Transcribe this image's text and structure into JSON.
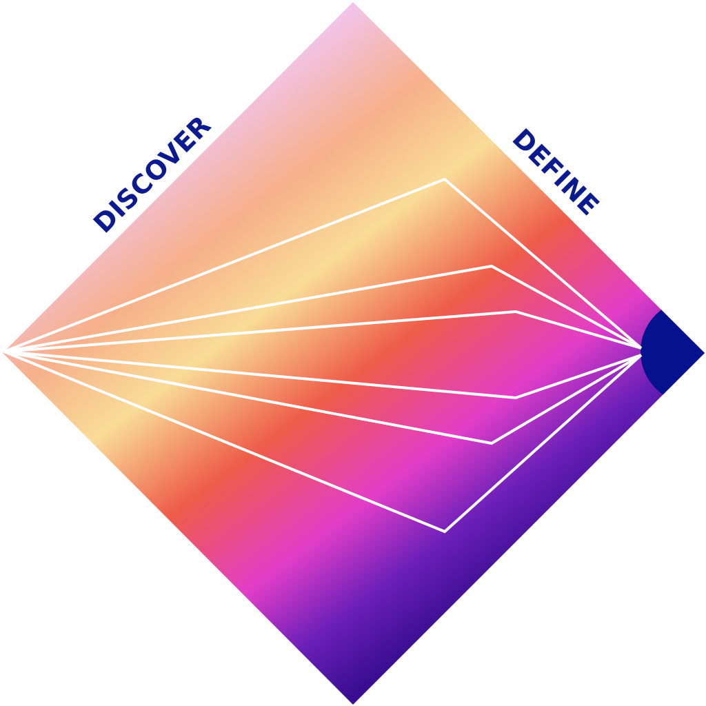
{
  "labels": {
    "discover": "DISCOVER",
    "define": "DEFINE"
  },
  "colors": {
    "label": "#0b1a8f",
    "lines": "#ffffff",
    "endpoint": "#06118e",
    "gradient": [
      "#f0c6f5",
      "#f6b08a",
      "#f9dc98",
      "#ee5c49",
      "#e23ec8",
      "#6a1fb8",
      "#3a0e90"
    ]
  },
  "diagram": {
    "type": "double-diamond-phase",
    "paths": 6
  }
}
